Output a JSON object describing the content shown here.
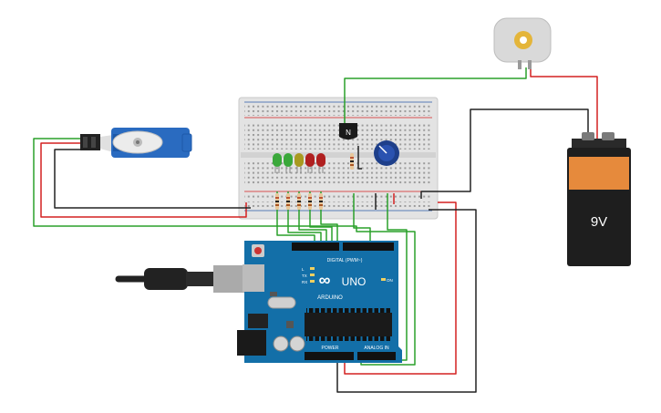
{
  "battery": {
    "voltage_label": "9V"
  },
  "transistor": {
    "label": "N"
  },
  "arduino": {
    "brand_label": "ARDUINO",
    "model_label": "UNO",
    "digital_header_label": "DIGITAL (PWM~)",
    "power_header_label": "POWER",
    "analog_header_label": "ANALOG IN",
    "tx_label": "TX",
    "rx_label": "RX",
    "l_label": "L",
    "on_label": "ON"
  },
  "leds": [
    {
      "color": "#3aa83a"
    },
    {
      "color": "#3aa83a"
    },
    {
      "color": "#a89a20"
    },
    {
      "color": "#b02020"
    },
    {
      "color": "#b02020"
    }
  ],
  "wire_colors": {
    "red": "#d42020",
    "black": "#222222",
    "green": "#2aa02a"
  }
}
